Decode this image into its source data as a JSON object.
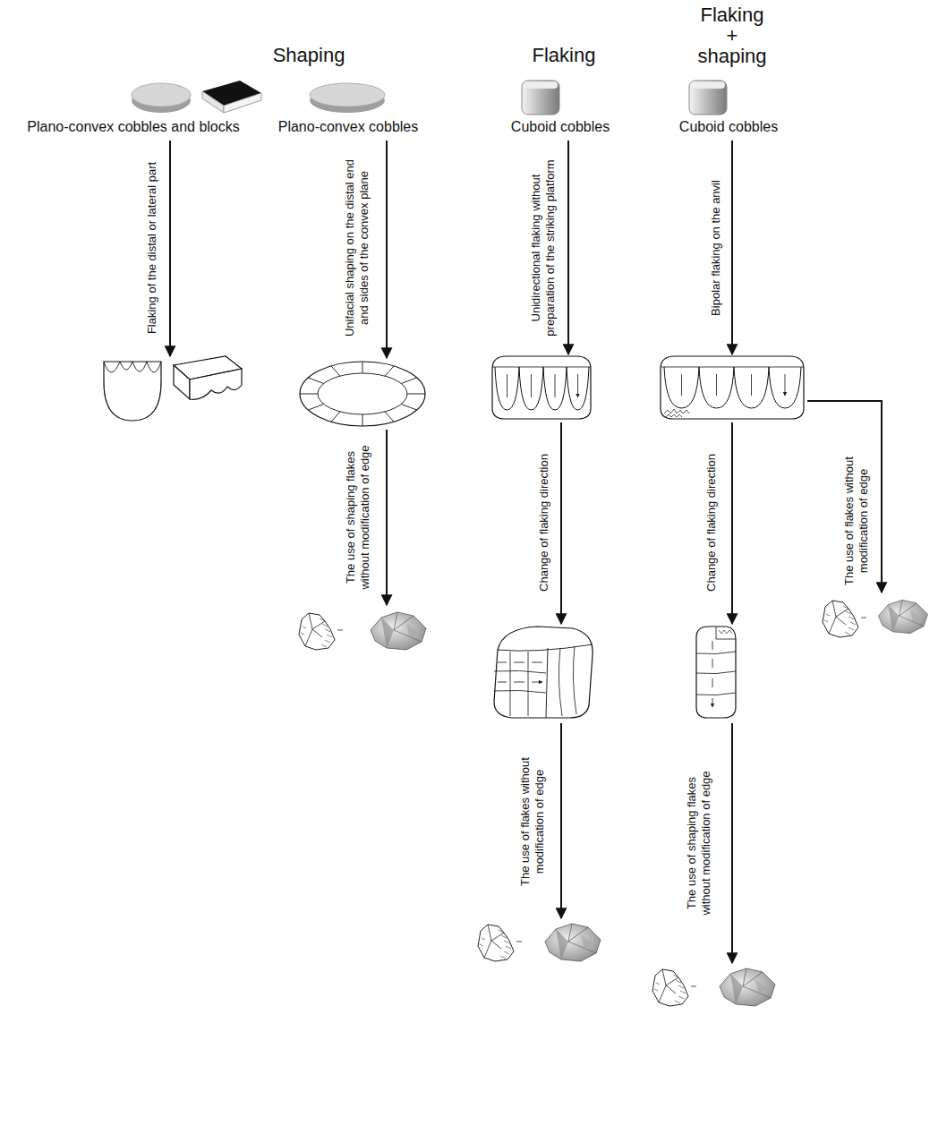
{
  "diagram": {
    "nodes": [
      {
        "text": [
          "Plano-convex cobbles and blocks"
        ]
      },
      {
        "text": [
          "Plano-convex cobbles"
        ]
      },
      {
        "text": [
          "Cuboid cobbles"
        ]
      },
      {
        "text": [
          "Cuboid cobbles"
        ]
      }
    ],
    "labels": [
      "Shaping",
      "Flaking",
      "Flaking + shaping",
      "Flaking of the distal or lateral part",
      "Unifacial shaping on the distal end and sides of the convex plane",
      "Unidirectional flaking without preparation of the striking platform",
      "Bipolar flaking on the anvil",
      "The use of shaping flakes without modification of edge",
      "Change of flaking direction",
      "Change of flaking direction",
      "The use of flakes without modification of edge",
      "The use of flakes without modification of edge",
      "The use of shaping flakes without modification of edge"
    ]
  }
}
